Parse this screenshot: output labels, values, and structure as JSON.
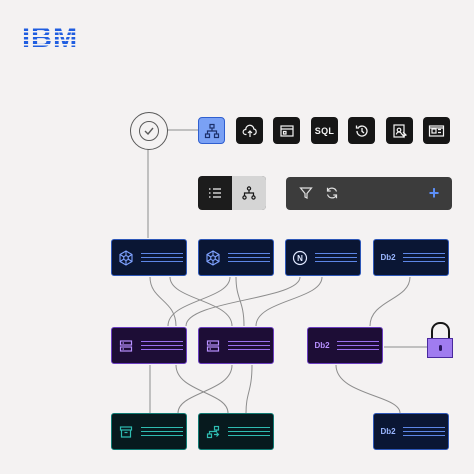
{
  "brand": {
    "logo_text": "IBM",
    "logo_color": "#1f5de0"
  },
  "toolbar_icons": [
    {
      "name": "hierarchy-icon",
      "active": true
    },
    {
      "name": "cloud-upload-icon",
      "active": false
    },
    {
      "name": "browser-window-icon",
      "active": false
    },
    {
      "name": "sql-icon",
      "label": "SQL",
      "active": false
    },
    {
      "name": "history-icon",
      "active": false
    },
    {
      "name": "user-certificate-icon",
      "active": false
    },
    {
      "name": "id-card-icon",
      "active": false
    }
  ],
  "view_switcher": {
    "options": [
      "list-view",
      "tree-view"
    ],
    "selected": "tree-view"
  },
  "action_bar": {
    "icons": [
      "filter-icon",
      "refresh-icon",
      "add-icon"
    ],
    "add_label": "+"
  },
  "nodes": {
    "row1": [
      {
        "type": "kubernetes",
        "color": "blue"
      },
      {
        "type": "kubernetes",
        "color": "blue"
      },
      {
        "type": "node",
        "label": "N",
        "color": "blue"
      },
      {
        "type": "db2",
        "label": "Db2",
        "color": "blue"
      }
    ],
    "row2": [
      {
        "type": "storage",
        "color": "purple"
      },
      {
        "type": "storage",
        "color": "purple"
      },
      {
        "type": "db2",
        "label": "Db2",
        "color": "purple"
      }
    ],
    "row3": [
      {
        "type": "archive",
        "color": "teal"
      },
      {
        "type": "transfer",
        "color": "teal"
      },
      {
        "type": "db2",
        "label": "Db2",
        "color": "blue"
      }
    ]
  },
  "colors": {
    "blue_border": "#2d57b8",
    "purple_border": "#6a3dc0",
    "teal_border": "#0e7a73",
    "active_tool": "#7aa1f5",
    "lock": "#a07cf0"
  }
}
